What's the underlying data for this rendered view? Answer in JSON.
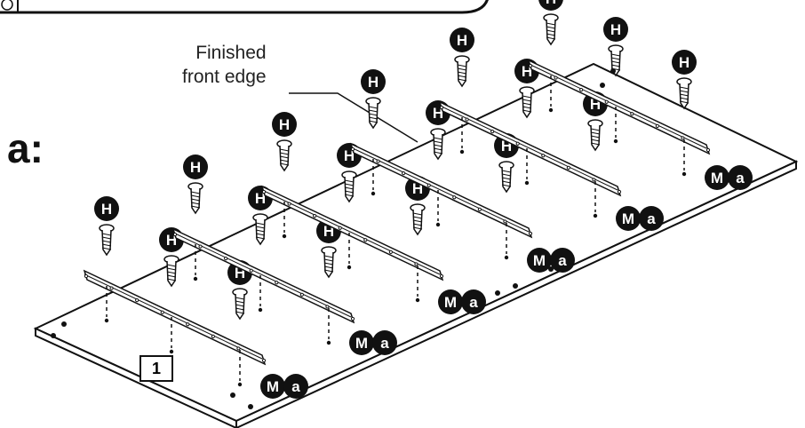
{
  "step": {
    "label": "a:"
  },
  "callout": {
    "line1": "Finished",
    "line2": "front edge"
  },
  "panel": {
    "part_number": "1"
  },
  "hardware": {
    "screw_letter": "H",
    "bracket_letter_1": "M",
    "bracket_letter_2": "a"
  },
  "colors": {
    "ink": "#111111",
    "board": "#ffffff",
    "badge": "#111111",
    "badge_text": "#ffffff"
  },
  "icons": [
    "screw-H-icon",
    "bracket-rail-icon",
    "hole-marker-icon",
    "badge-Ma-icon",
    "panel-board-icon"
  ]
}
